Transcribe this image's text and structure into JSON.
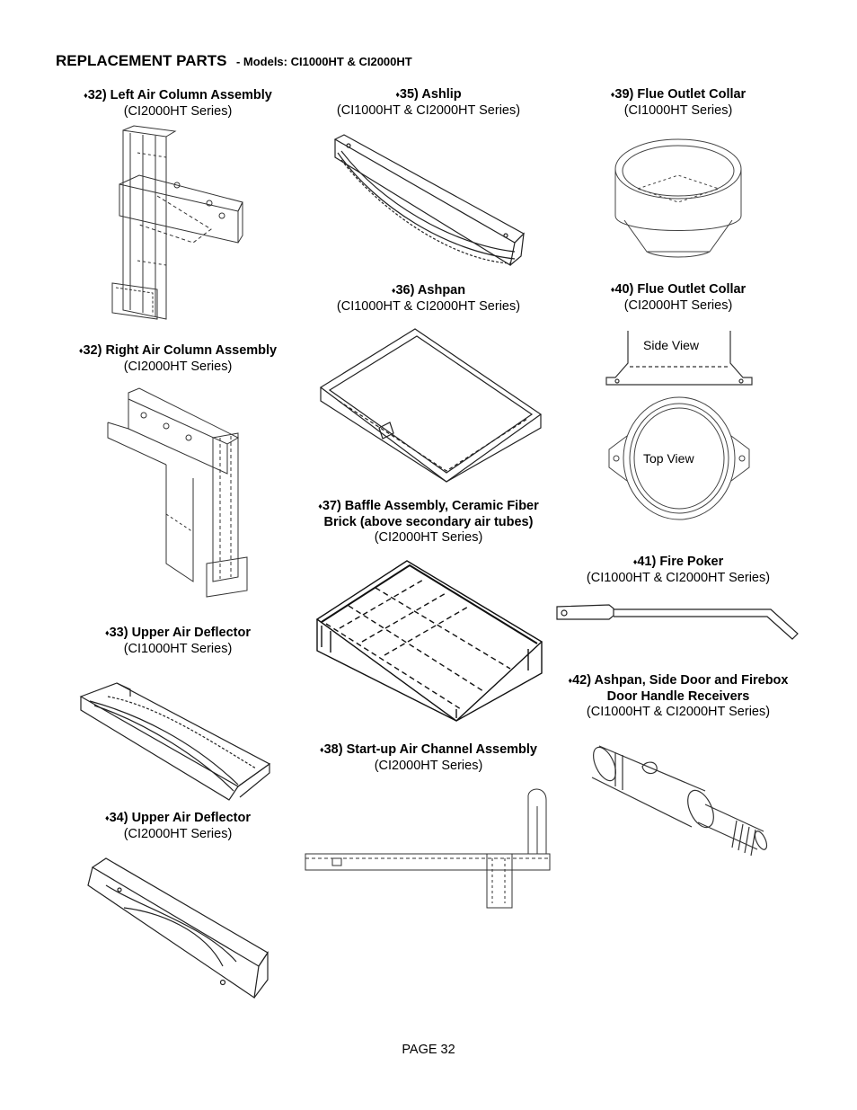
{
  "header": {
    "title": "REPLACEMENT PARTS",
    "subtitle": "- Models: CI1000HT & CI2000HT"
  },
  "diamond": "♦",
  "parts": [
    {
      "name": "32) Left Air Column Assembly",
      "series": "(CI2000HT Series)"
    },
    {
      "name": "32) Right Air Column Assembly",
      "series": "(CI2000HT Series)"
    },
    {
      "name": "33) Upper Air Deflector",
      "series": "(CI1000HT Series)"
    },
    {
      "name": "34) Upper Air Deflector",
      "series": "(CI2000HT Series)"
    },
    {
      "name": "35) Ashlip",
      "series": "(CI1000HT & CI2000HT Series)"
    },
    {
      "name": "36) Ashpan",
      "series": "(CI1000HT & CI2000HT Series)"
    },
    {
      "name": "37) Baffle Assembly, Ceramic Fiber",
      "name2": "Brick (above secondary air tubes)",
      "series": "(CI2000HT Series)"
    },
    {
      "name": "38) Start-up Air Channel Assembly",
      "series": "(CI2000HT Series)"
    },
    {
      "name": "39) Flue Outlet Collar",
      "series": "(CI1000HT Series)"
    },
    {
      "name": "40) Flue Outlet Collar",
      "series": "(CI2000HT Series)"
    },
    {
      "name": "41) Fire Poker",
      "series": "(CI1000HT & CI2000HT Series)"
    },
    {
      "name": "42) Ashpan, Side Door and Firebox",
      "name2": "Door Handle Receivers",
      "series": "(CI1000HT & CI2000HT Series)"
    }
  ],
  "views": {
    "side": "Side View",
    "top": "Top View"
  },
  "footer": {
    "page": "PAGE 32"
  }
}
